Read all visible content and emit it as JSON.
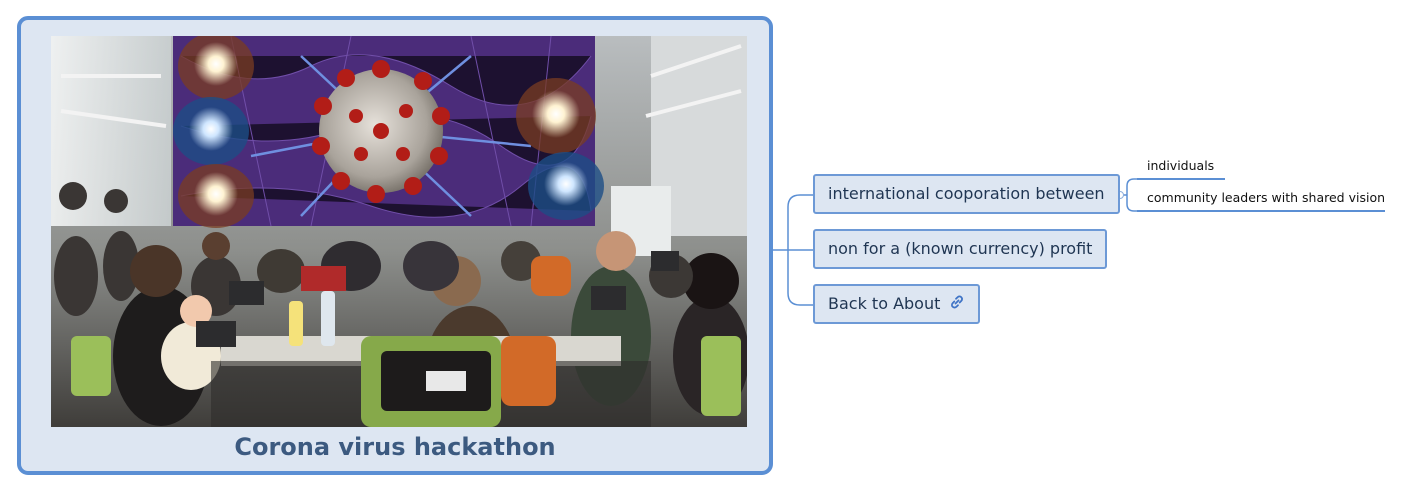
{
  "central": {
    "title": "Corona virus hackathon",
    "image_alt": "hackathon participants working at laptops with coronavirus collage overlay"
  },
  "branches": [
    {
      "label": "international cooporation between",
      "children": [
        "individuals",
        "community leaders with shared vision"
      ]
    },
    {
      "label": "non for a (known currency) profit"
    },
    {
      "label": "Back to About",
      "icon": "link-icon"
    }
  ],
  "colors": {
    "accent": "#5b8fd4",
    "node_fill": "#dde6f2",
    "node_border": "#6d99d6",
    "title": "#3c5a80",
    "connector": "#5b8fd4"
  }
}
